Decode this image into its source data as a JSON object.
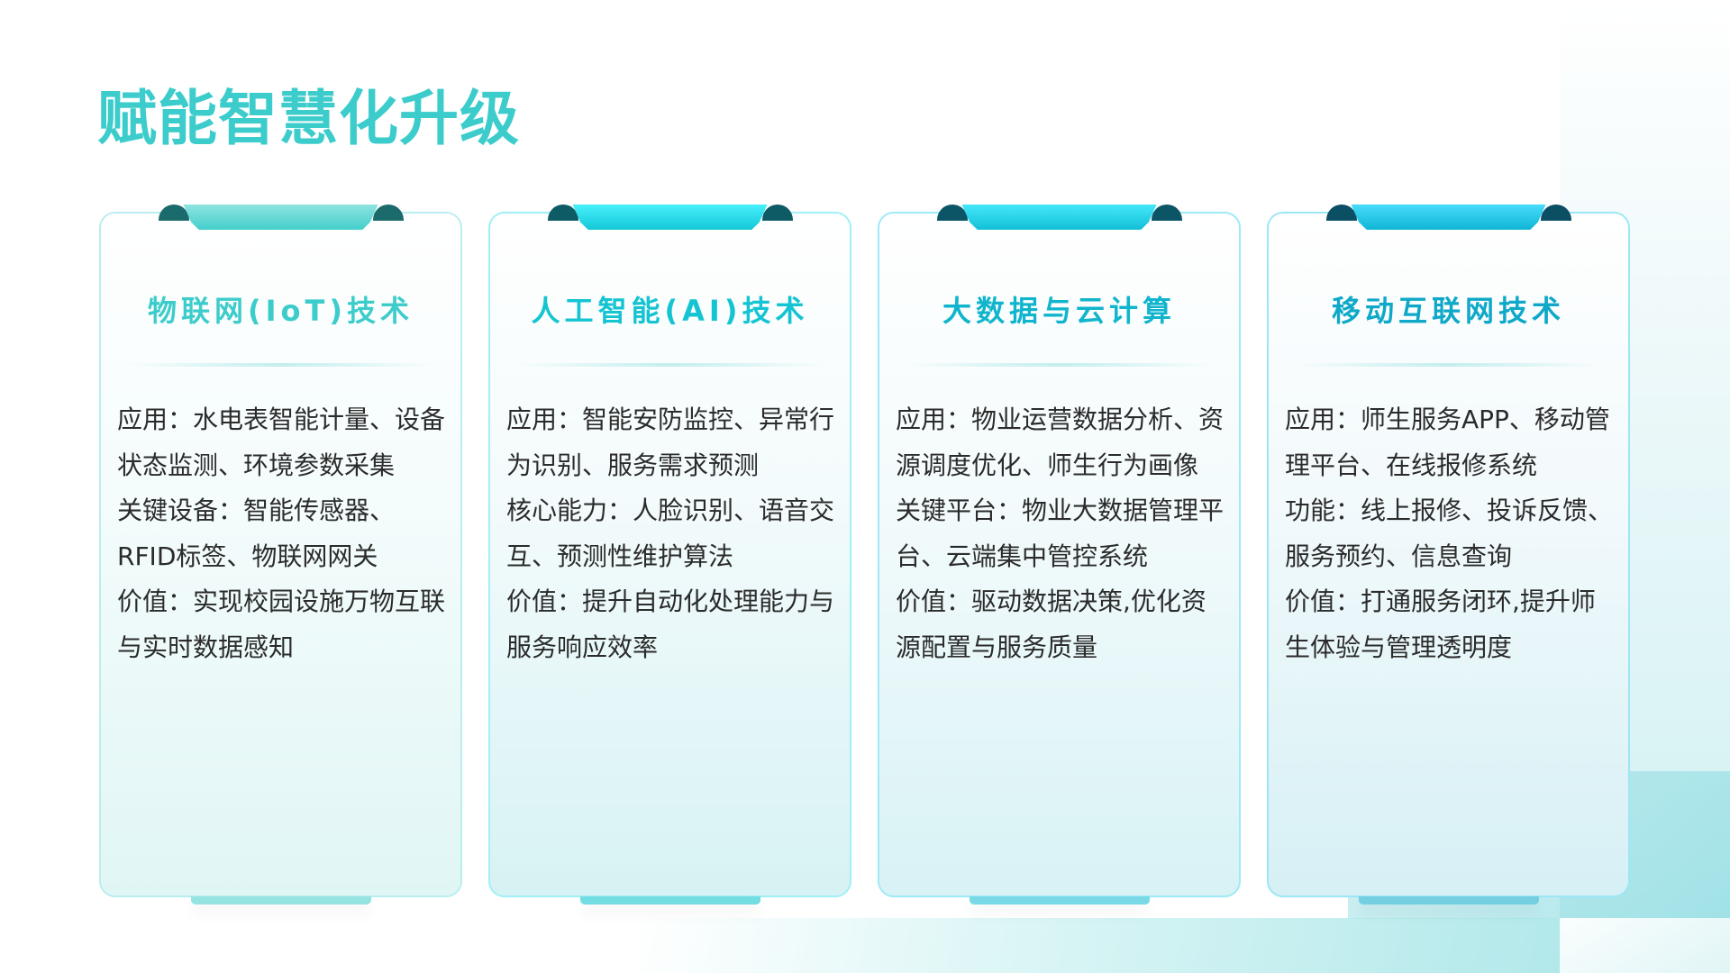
{
  "slide": {
    "title": "赋能智慧化升级"
  },
  "cards": [
    {
      "title": "物联网(IoT)技术",
      "lines": [
        "应用：水电表智能计量、设备状态监测、环境参数采集",
        "关键设备：智能传感器、RFID标签、物联网网关",
        "价值：实现校园设施万物互联与实时数据感知"
      ]
    },
    {
      "title": "人工智能(AI)技术",
      "lines": [
        "应用：智能安防监控、异常行为识别、服务需求预测",
        "核心能力：人脸识别、语音交互、预测性维护算法",
        "价值：提升自动化处理能力与服务响应效率"
      ]
    },
    {
      "title": "大数据与云计算",
      "lines": [
        "应用：物业运营数据分析、资源调度优化、师生行为画像",
        "关键平台：物业大数据管理平台、云端集中管控系统",
        "价值：驱动数据决策,优化资源配置与服务质量"
      ]
    },
    {
      "title": "移动互联网技术",
      "lines": [
        "应用：师生服务APP、移动管理平台、在线报修系统",
        "功能：线上报修、投诉反馈、服务预约、信息查询",
        "价值：打通服务闭环,提升师生体验与管理透明度"
      ]
    }
  ],
  "colors": {
    "title": "#3ccccb",
    "card1_accent": "#3ccccb",
    "card2_accent": "#14c4d2",
    "card3_accent": "#10b5cd",
    "card4_accent": "#0fa8c8",
    "body_text": "#2b2b2b"
  }
}
